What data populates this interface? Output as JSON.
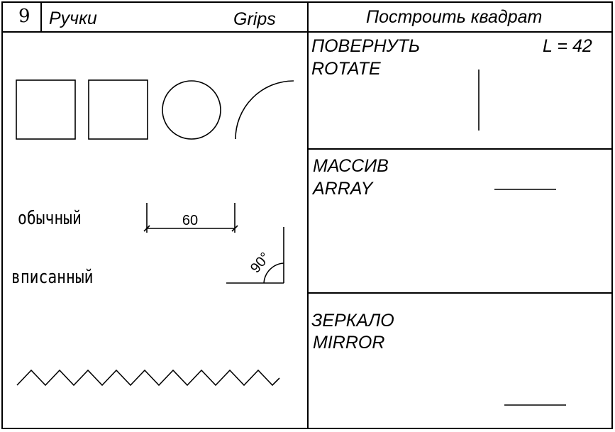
{
  "header": {
    "number": "9",
    "title_ru": "Ручки",
    "title_en": "Grips",
    "task": "Построить квадрат"
  },
  "left_panel": {
    "label_regular": "обычный",
    "label_inscribed": "вписанный",
    "dimension_value": "60",
    "angle_value": "90°"
  },
  "right_panel": {
    "rotate": {
      "ru": "ПОВЕРНУТЬ",
      "en": "ROTATE",
      "length": "L = 42"
    },
    "array": {
      "ru": "МАССИВ",
      "en": "ARRAY"
    },
    "mirror": {
      "ru": "ЗЕРКАЛО",
      "en": "MIRROR"
    }
  },
  "colors": {
    "ink": "#000000",
    "paper": "#ffffff"
  }
}
